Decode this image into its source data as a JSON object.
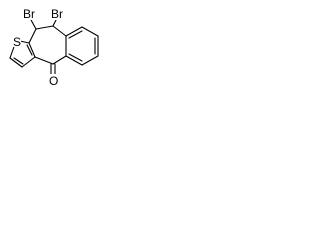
{
  "molecule": {
    "atoms": {
      "br_left": "Br",
      "br_right": "Br",
      "sulfur": "S",
      "oxygen": "O"
    }
  },
  "colors": {
    "background": "#ffffff",
    "stroke": "#000000"
  }
}
